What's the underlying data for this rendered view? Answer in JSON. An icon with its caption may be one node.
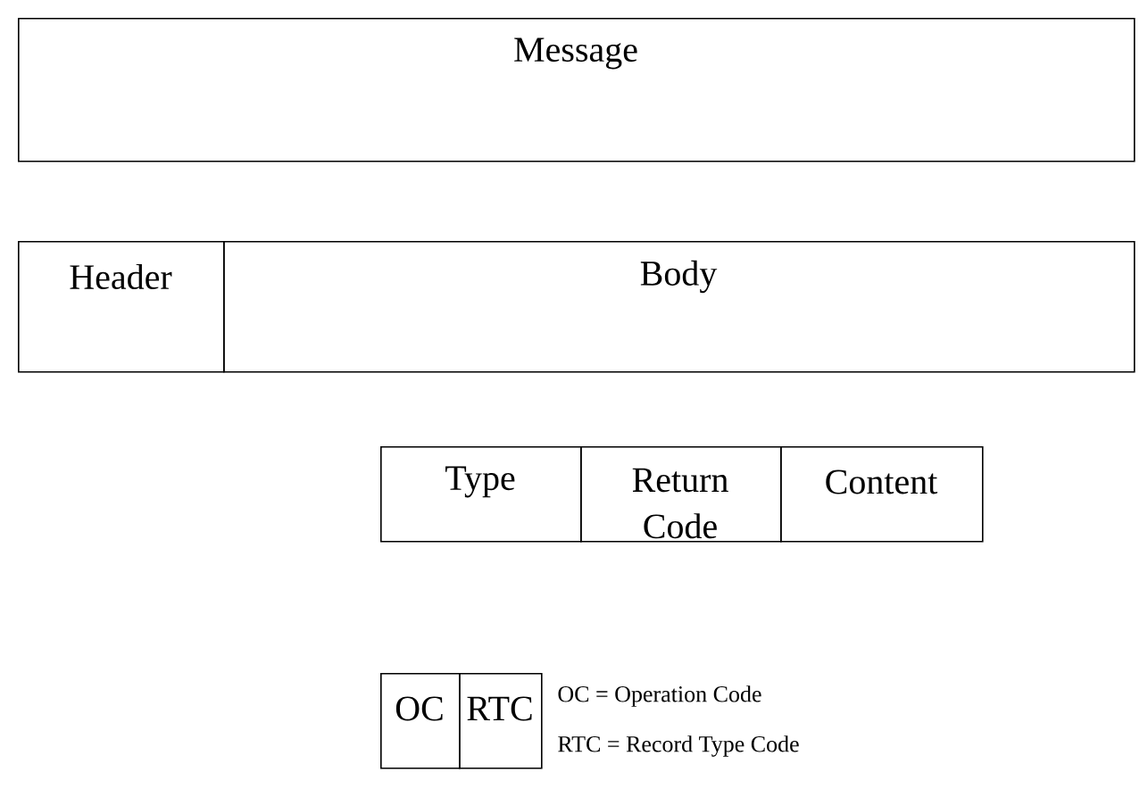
{
  "diagram": {
    "nodes": [
      {
        "text": [
          "Message"
        ]
      },
      {
        "text": [
          "Header"
        ]
      },
      {
        "text": [
          "Body"
        ]
      },
      {
        "text": [
          "Type"
        ]
      },
      {
        "text": [
          "Return Code"
        ]
      },
      {
        "text": [
          "Content"
        ]
      },
      {
        "text": [
          "OC"
        ]
      },
      {
        "text": [
          "RTC"
        ]
      }
    ],
    "labels": [
      "OC = Operation Code",
      "RTC = Record Type Code"
    ]
  }
}
